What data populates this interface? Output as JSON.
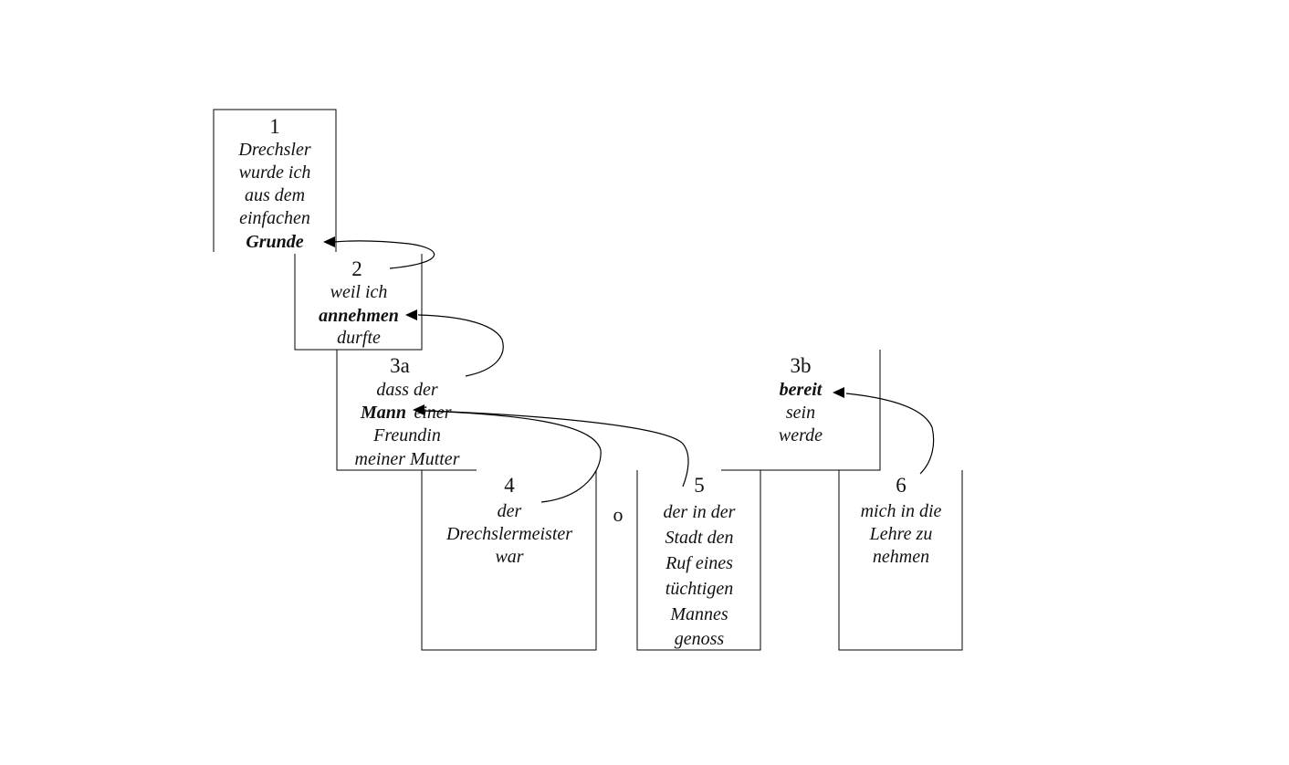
{
  "blocks": [
    {
      "id": "b1",
      "number": "1",
      "lines": [
        {
          "text": "Drechsler",
          "bold": false
        },
        {
          "text": "wurde ich",
          "bold": false
        },
        {
          "text": "aus dem",
          "bold": false
        },
        {
          "text": "einfachen",
          "bold": false
        },
        {
          "text": "Grunde",
          "bold": true
        }
      ]
    },
    {
      "id": "b2",
      "number": "2",
      "lines": [
        {
          "text": "weil ich",
          "bold": false
        },
        {
          "text": "annehmen",
          "bold": true
        },
        {
          "text": "durfte",
          "bold": false
        }
      ]
    },
    {
      "id": "b3a",
      "number": "3a",
      "lines": [
        {
          "text": "dass der",
          "bold": false
        },
        {
          "text": "Mann",
          "bold": true
        },
        {
          "text": "einer",
          "bold": false
        },
        {
          "text": "Freundin",
          "bold": false
        },
        {
          "text": "meiner Mutter",
          "bold": false
        }
      ]
    },
    {
      "id": "b3b",
      "number": "3b",
      "lines": [
        {
          "text": "bereit",
          "bold": true
        },
        {
          "text": "sein",
          "bold": false
        },
        {
          "text": "werde",
          "bold": false
        }
      ]
    },
    {
      "id": "b4",
      "number": "4",
      "lines": [
        {
          "text": "der",
          "bold": false
        },
        {
          "text": "Drechslermeister",
          "bold": false
        },
        {
          "text": "war",
          "bold": false
        }
      ]
    },
    {
      "id": "b5",
      "number": "5",
      "lines": [
        {
          "text": "der in der",
          "bold": false
        },
        {
          "text": "Stadt den",
          "bold": false
        },
        {
          "text": "Ruf eines",
          "bold": false
        },
        {
          "text": "tüchtigen",
          "bold": false
        },
        {
          "text": "Mannes",
          "bold": false
        },
        {
          "text": "genoss",
          "bold": false
        }
      ]
    },
    {
      "id": "b6",
      "number": "6",
      "lines": [
        {
          "text": "mich in die",
          "bold": false
        },
        {
          "text": "Lehre zu",
          "bold": false
        },
        {
          "text": "nehmen",
          "bold": false
        }
      ]
    }
  ],
  "conjunction": "o"
}
